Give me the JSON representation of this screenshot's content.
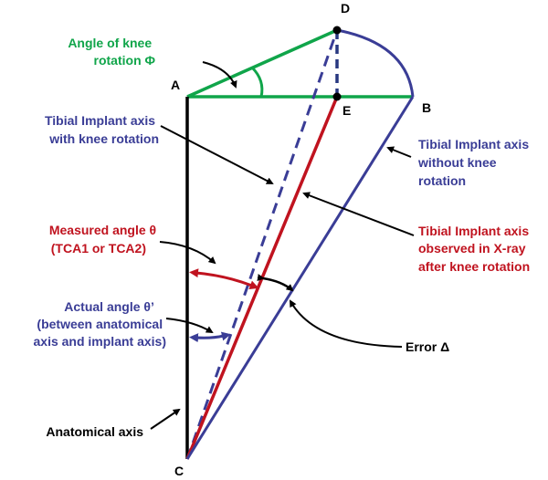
{
  "colors": {
    "green": "#10a54a",
    "blue": "#3a3d96",
    "red": "#c0131f",
    "black": "#000000"
  },
  "points": {
    "a": "A",
    "b": "B",
    "c": "C",
    "d": "D",
    "e": "E"
  },
  "labels": {
    "angle_knee_rotation": {
      "line1": "Angle of knee",
      "line2": "rotation Φ"
    },
    "tibial_with_rotation": {
      "line1": "Tibial Implant axis",
      "line2": "with knee rotation"
    },
    "tibial_without_rotation": {
      "line1": "Tibial Implant axis",
      "line2": "without knee",
      "line3": "rotation"
    },
    "tibial_observed": {
      "line1": "Tibial Implant axis",
      "line2": "observed in X-ray",
      "line3": "after knee rotation"
    },
    "measured_angle": {
      "line1": "Measured angle θ",
      "line2": "(TCA1 or TCA2)"
    },
    "actual_angle": {
      "line1": "Actual angle θ’",
      "line2": "(between anatomical",
      "line3": "axis and implant axis)"
    },
    "error": "Error Δ",
    "anatomical_axis": "Anatomical axis"
  }
}
